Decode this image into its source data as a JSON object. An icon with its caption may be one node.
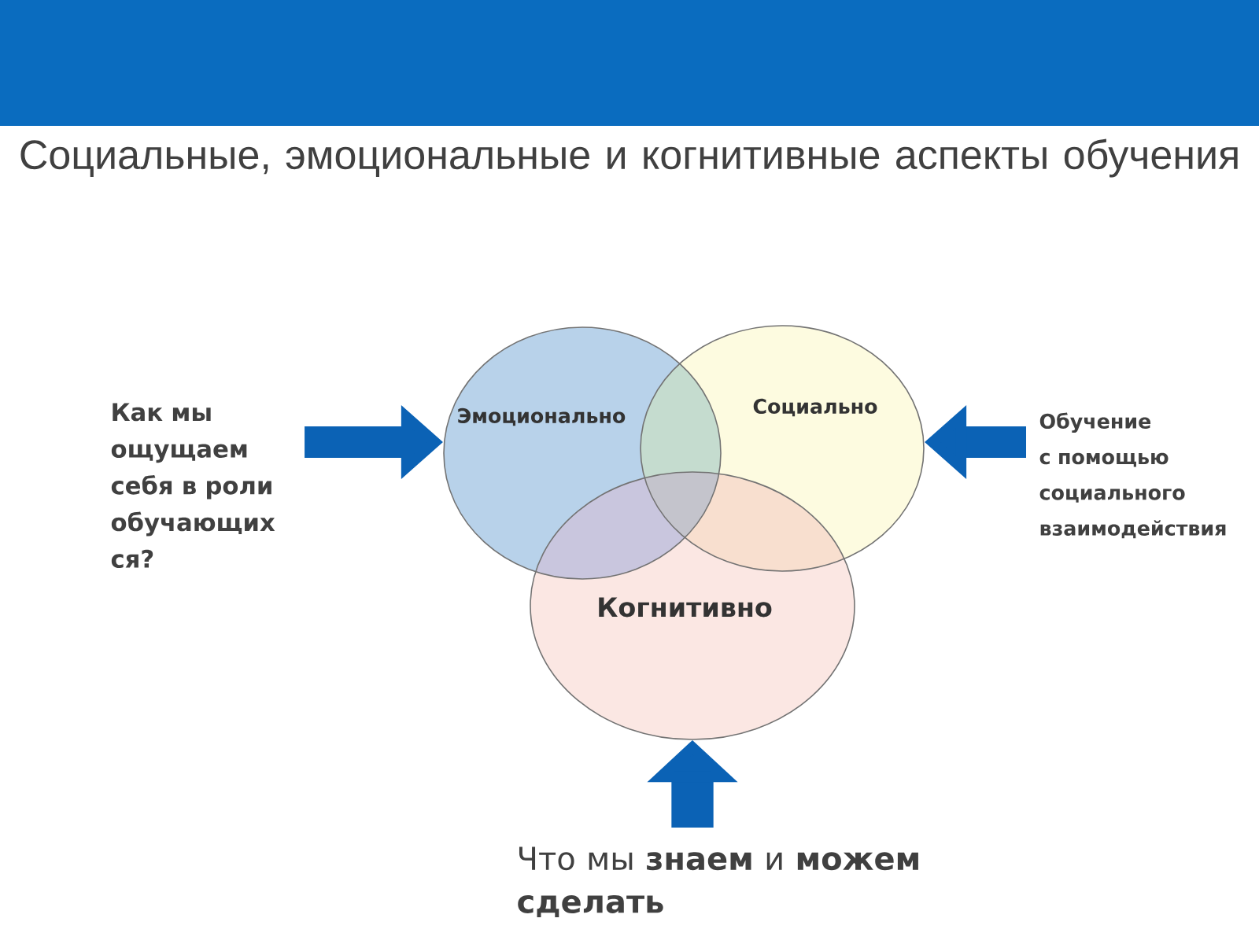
{
  "diagram": {
    "title": "Социальные, эмоциональные и когнитивные аспекты обучения",
    "nodes": [
      {
        "text": [
          "Эмоционально"
        ]
      },
      {
        "text": [
          "Социально"
        ]
      },
      {
        "text": [
          "Когнитивно"
        ]
      },
      {
        "text": [
          "Как мы ощущаем себя в роли обучающих ся?"
        ]
      },
      {
        "text": [
          "Обучение с помощью социального взаимодействия"
        ]
      },
      {
        "text": [
          "Что мы **знаем** и **можем сделать**"
        ]
      }
    ],
    "edges": [
      {
        "from": 3,
        "to": 0,
        "arrow": "to"
      },
      {
        "from": 4,
        "to": 1,
        "arrow": "to"
      },
      {
        "from": 5,
        "to": 2,
        "arrow": "to"
      }
    ]
  }
}
